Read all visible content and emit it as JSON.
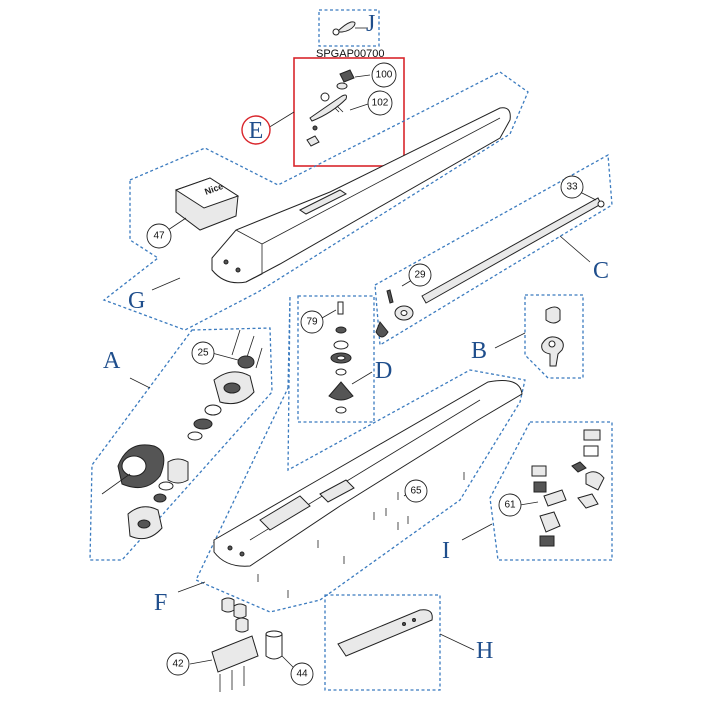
{
  "groups": {
    "A": "A",
    "B": "B",
    "C": "C",
    "D": "D",
    "E": "E",
    "F": "F",
    "G": "G",
    "H": "H",
    "I": "I",
    "J": "J"
  },
  "kit_code": "SPGAP00700",
  "callouts": {
    "c100": "100",
    "c102": "102",
    "c47": "47",
    "c33": "33",
    "c29": "29",
    "c79": "79",
    "c25": "25",
    "c65": "65",
    "c61": "61",
    "c42": "42",
    "c44": "44"
  },
  "brand_mark": "Nice",
  "colors": {
    "group_label": "#1f4e8c",
    "dash_border": "#3b7bbf",
    "highlight_box": "#d9262c"
  }
}
